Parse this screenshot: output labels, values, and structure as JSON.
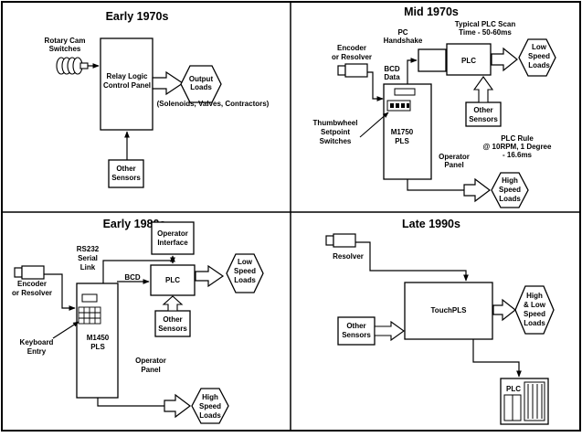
{
  "frame": {
    "stroke": "#000000",
    "background": "#ffffff"
  },
  "early_1970s": {
    "title": "Early 1970s",
    "rotary_cam_label": [
      "Rotary Cam",
      "Switches"
    ],
    "relay_panel_label": [
      "Relay Logic",
      "Control Panel"
    ],
    "output_loads_label": [
      "Output",
      "Loads"
    ],
    "loads_examples": "(Solenoids, Valves, Contractors)",
    "other_sensors_label": [
      "Other",
      "Sensors"
    ]
  },
  "mid_1970s": {
    "title": "Mid 1970s",
    "encoder_label": [
      "Encoder",
      "or Resolver"
    ],
    "pc_handshake_label": [
      "PC",
      "Handshake"
    ],
    "scan_time_label": [
      "Typical PLC Scan",
      "Time - 50-60ms"
    ],
    "bcd_label": [
      "BCD",
      "Data"
    ],
    "plc_label": "PLC",
    "low_speed_loads_label": [
      "Low",
      "Speed",
      "Loads"
    ],
    "thumbwheel_label": [
      "Thumbwheel",
      "Setpoint",
      "Switches"
    ],
    "pls_label": [
      "M1750",
      "PLS"
    ],
    "operator_panel_label": [
      "Operator",
      "Panel"
    ],
    "other_sensors_label": [
      "Other",
      "Sensors"
    ],
    "plc_rule_label": [
      "PLC Rule",
      "@ 10RPM, 1 Degree",
      "- 16.6ms"
    ],
    "high_speed_loads_label": [
      "High",
      "Speed",
      "Loads"
    ]
  },
  "early_1980s": {
    "title": "Early 1980s",
    "operator_interface_label": [
      "Operator",
      "Interface"
    ],
    "rs232_label": [
      "RS232",
      "Serial",
      "Link"
    ],
    "bcd_label": "BCD",
    "plc_label": "PLC",
    "low_speed_loads_label": [
      "Low",
      "Speed",
      "Loads"
    ],
    "encoder_label": [
      "Encoder",
      "or Resolver"
    ],
    "other_sensors_label": [
      "Other",
      "Sensors"
    ],
    "keyboard_label": [
      "Keyboard",
      "Entry"
    ],
    "pls_label": [
      "M1450",
      "PLS"
    ],
    "operator_panel_label": [
      "Operator",
      "Panel"
    ],
    "high_speed_loads_label": [
      "High",
      "Speed",
      "Loads"
    ]
  },
  "late_1990s": {
    "title": "Late 1990s",
    "resolver_label": "Resolver",
    "touchpls_label": "TouchPLS",
    "loads_label": [
      "High",
      "& Low",
      "Speed",
      "Loads"
    ],
    "other_sensors_label": [
      "Other",
      "Sensors"
    ],
    "plc_label": "PLC"
  }
}
